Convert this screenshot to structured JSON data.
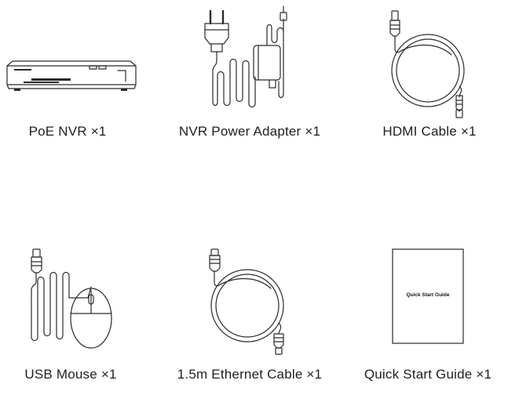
{
  "items": [
    {
      "label": "PoE NVR ×1",
      "icon": "nvr-recorder"
    },
    {
      "label": "NVR Power Adapter ×1",
      "icon": "power-adapter"
    },
    {
      "label": "HDMI Cable ×1",
      "icon": "hdmi-cable"
    },
    {
      "label": "USB Mouse ×1",
      "icon": "usb-mouse"
    },
    {
      "label": "1.5m Ethernet Cable ×1",
      "icon": "ethernet-cable"
    },
    {
      "label": "Quick Start Guide ×1",
      "icon": "quick-start-guide"
    }
  ],
  "guide_cover_text": "Quick Start Guide"
}
